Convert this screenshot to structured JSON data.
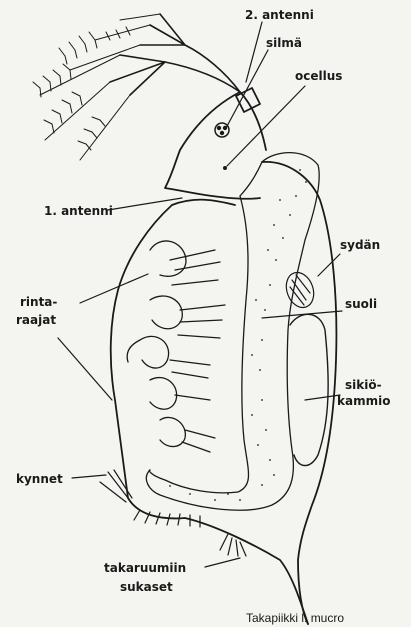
{
  "labels": {
    "antenna2": "2. antenni",
    "eye": "silmä",
    "ocellus": "ocellus",
    "antenna1": "1. antenni",
    "heart": "sydän",
    "legs_line1": "rinta-",
    "legs_line2": "raajat",
    "gut": "suoli",
    "brood_line1": "sikiö-",
    "brood_line2": "kammio",
    "claws": "kynnet",
    "setae_line1": "takaruumiin",
    "setae_line2": "sukaset"
  },
  "caption": "Takapiikki l. mucro"
}
